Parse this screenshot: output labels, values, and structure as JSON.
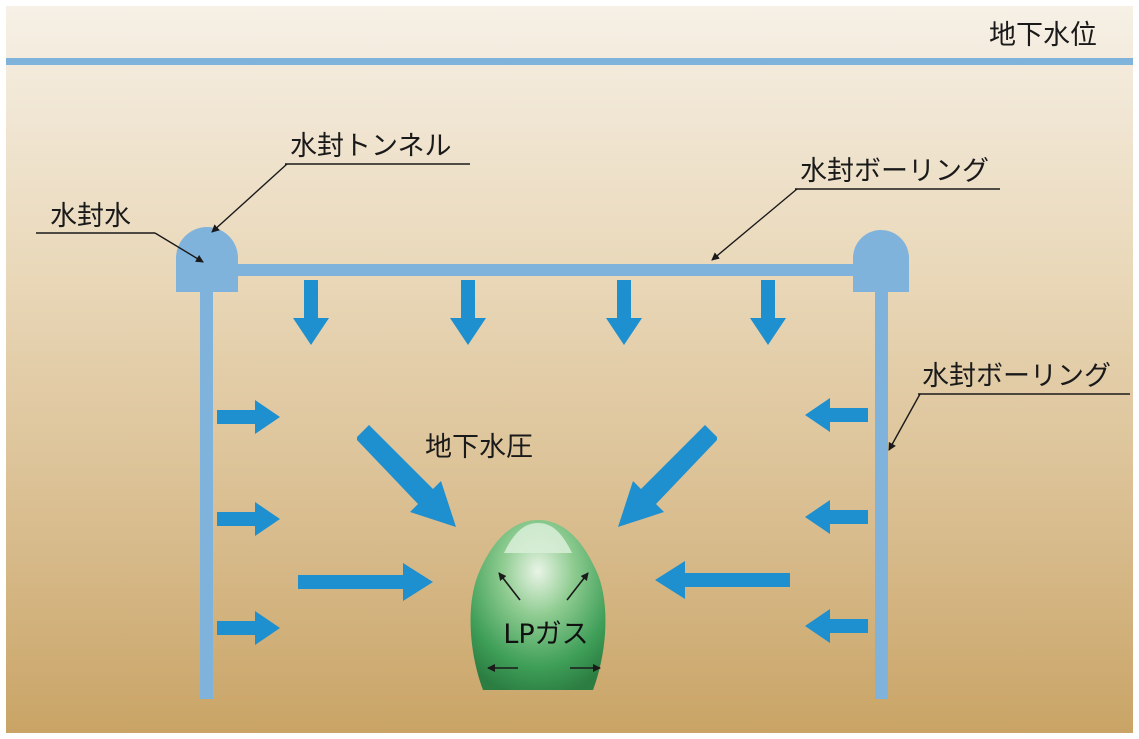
{
  "labels": {
    "groundwater_level": "地下水位",
    "seal_tunnel": "水封トンネル",
    "seal_water": "水封水",
    "seal_boring_top": "水封ボーリング",
    "seal_boring_right": "水封ボーリング",
    "groundwater_pressure": "地下水圧",
    "lp_gas": "LPガス"
  },
  "colors": {
    "background_top": "#f3ece0",
    "background_bottom": "#c8a266",
    "water_blue": "#7fb3dc",
    "arrow_blue": "#1e8fcf",
    "cavern_green": "#3f9f58",
    "leader_line": "#1a1a1a"
  }
}
